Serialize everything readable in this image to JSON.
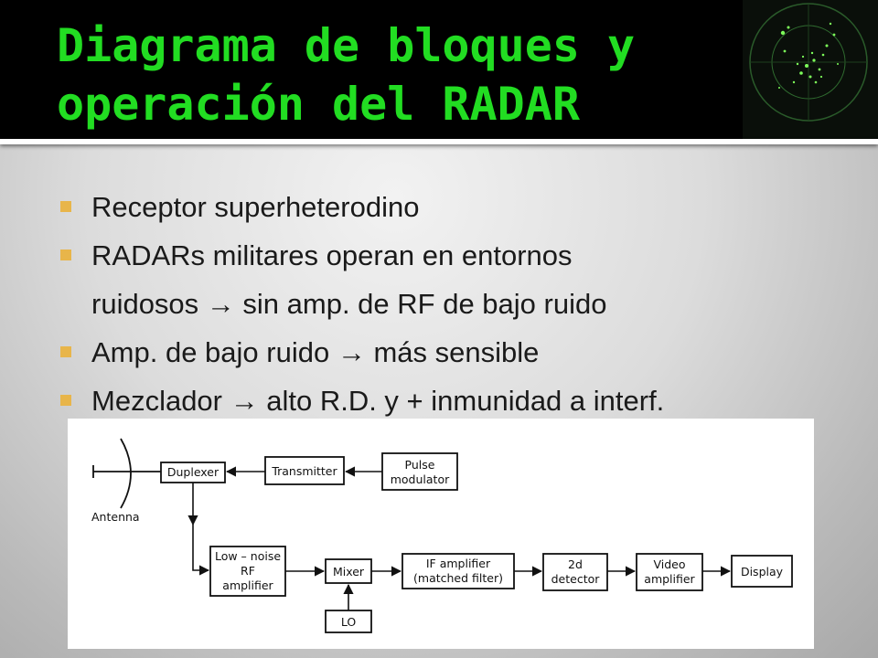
{
  "slide": {
    "title_line1": "Diagrama de bloques y",
    "title_line2": "operación del RADAR",
    "colors": {
      "title": "#22dd22",
      "bullet": "#e8b54a",
      "header": "#000000"
    },
    "bullets": [
      {
        "lines": [
          "Receptor superheterodino"
        ]
      },
      {
        "lines": [
          "RADARs militares operan en entornos",
          "ruidosos → sin amp. de RF de bajo ruido"
        ]
      },
      {
        "lines": [
          "Amp. de bajo ruido → más sensible"
        ]
      },
      {
        "lines": [
          "Mezclador → alto R.D. y + inmunidad a interf."
        ]
      }
    ]
  },
  "diagram": {
    "antenna": "Antenna",
    "duplexer": "Duplexer",
    "transmitter": "Transmitter",
    "pulse_modulator": [
      "Pulse",
      "modulator"
    ],
    "lna": [
      "Low – noise",
      "RF",
      "amplifier"
    ],
    "mixer": "Mixer",
    "lo": "LO",
    "if_amplifier": [
      "IF amplifier",
      "(matched filter)"
    ],
    "detector": [
      "2d",
      "detector"
    ],
    "video_amplifier": [
      "Video",
      "amplifier"
    ],
    "display": "Display"
  },
  "icons": {
    "radar_scope": "radar-scope-icon",
    "arrow": "right-arrow-icon"
  }
}
